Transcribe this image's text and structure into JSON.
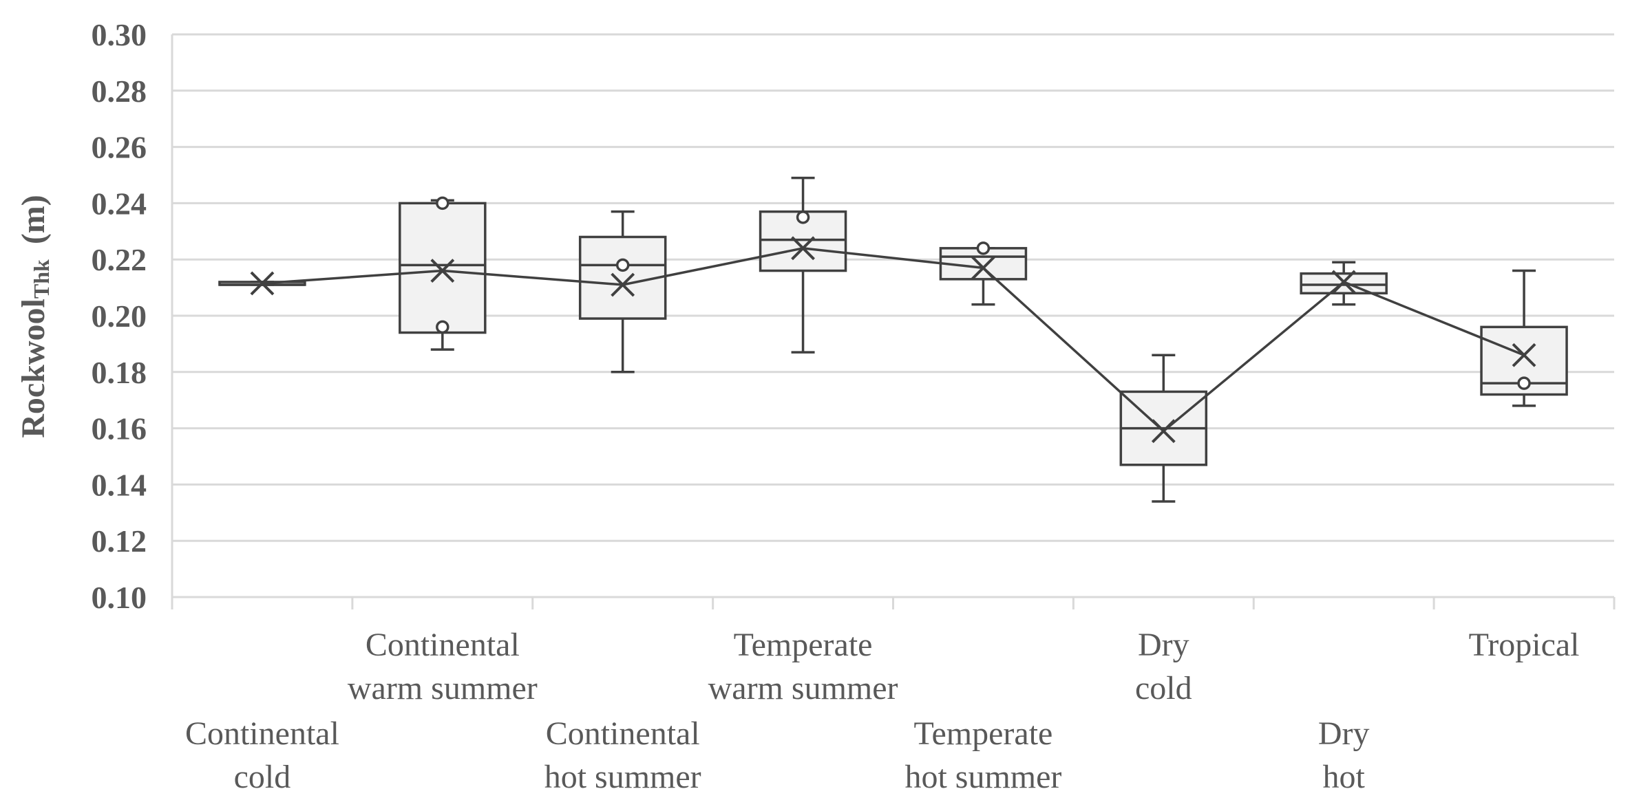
{
  "chart_data": {
    "type": "box",
    "title": "",
    "ylabel": {
      "main": "Rockwool",
      "subscript": "Thk",
      "unit": "(m)"
    },
    "xlabel": "",
    "ylim": [
      0.1,
      0.3
    ],
    "yticks": [
      "0.10",
      "0.12",
      "0.14",
      "0.16",
      "0.18",
      "0.20",
      "0.22",
      "0.24",
      "0.26",
      "0.28",
      "0.30"
    ],
    "grid": true,
    "categories": [
      {
        "line1": "Continental",
        "line2": "cold",
        "row": "lower"
      },
      {
        "line1": "Continental",
        "line2": "warm summer",
        "row": "upper"
      },
      {
        "line1": "Continental",
        "line2": "hot summer",
        "row": "lower"
      },
      {
        "line1": "Temperate",
        "line2": "warm summer",
        "row": "upper"
      },
      {
        "line1": "Temperate",
        "line2": "hot summer",
        "row": "lower"
      },
      {
        "line1": "Dry",
        "line2": "cold",
        "row": "upper"
      },
      {
        "line1": "Dry",
        "line2": "hot",
        "row": "lower"
      },
      {
        "line1": "Tropical",
        "line2": "",
        "row": "upper"
      }
    ],
    "boxes": [
      {
        "whisker_low": 0.211,
        "q1": 0.211,
        "median": 0.211,
        "q3": 0.212,
        "whisker_high": 0.212,
        "mean": 0.2115,
        "points": []
      },
      {
        "whisker_low": 0.188,
        "q1": 0.194,
        "median": 0.218,
        "q3": 0.24,
        "whisker_high": 0.241,
        "mean": 0.216,
        "points": [
          0.24,
          0.196
        ]
      },
      {
        "whisker_low": 0.18,
        "q1": 0.199,
        "median": 0.218,
        "q3": 0.228,
        "whisker_high": 0.237,
        "mean": 0.211,
        "points": [
          0.218
        ]
      },
      {
        "whisker_low": 0.187,
        "q1": 0.216,
        "median": 0.227,
        "q3": 0.237,
        "whisker_high": 0.249,
        "mean": 0.224,
        "points": [
          0.235
        ]
      },
      {
        "whisker_low": 0.204,
        "q1": 0.213,
        "median": 0.221,
        "q3": 0.224,
        "whisker_high": 0.224,
        "mean": 0.217,
        "points": [
          0.224
        ]
      },
      {
        "whisker_low": 0.134,
        "q1": 0.147,
        "median": 0.16,
        "q3": 0.173,
        "whisker_high": 0.186,
        "mean": 0.159,
        "points": []
      },
      {
        "whisker_low": 0.204,
        "q1": 0.208,
        "median": 0.211,
        "q3": 0.215,
        "whisker_high": 0.219,
        "mean": 0.212,
        "points": []
      },
      {
        "whisker_low": 0.168,
        "q1": 0.172,
        "median": 0.176,
        "q3": 0.196,
        "whisker_high": 0.216,
        "mean": 0.186,
        "points": [
          0.176
        ]
      }
    ],
    "mean_line": true,
    "colors": {
      "box_fill": "#f2f2f2",
      "stroke": "#404040",
      "grid": "#d9d9d9",
      "axis": "#d9d9d9",
      "text": "#595959"
    }
  }
}
